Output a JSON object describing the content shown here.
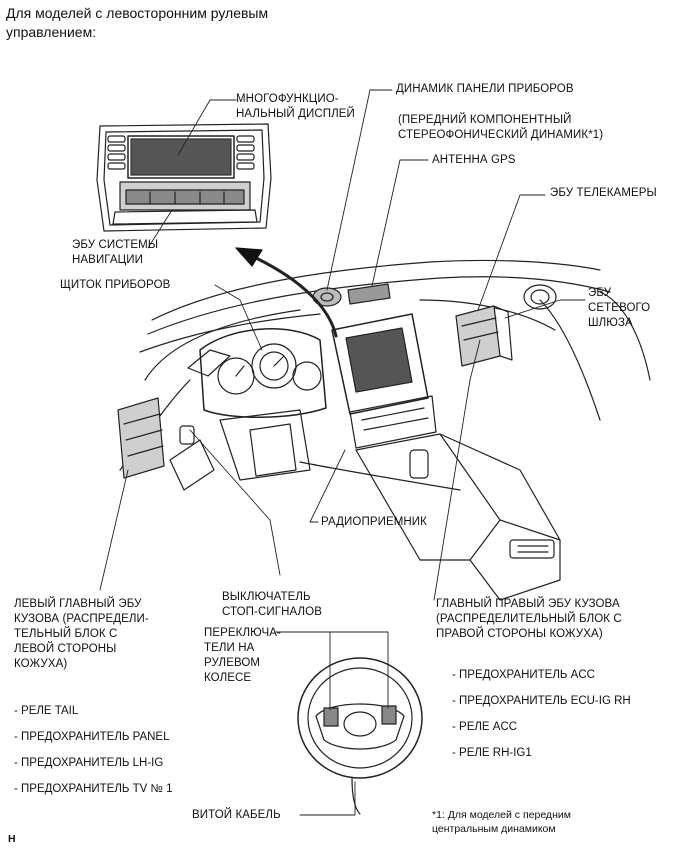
{
  "header": "Для моделей с левосторонним рулевым\nуправлением:",
  "labels": {
    "display": "МНОГОФУНКЦИО-\nНАЛЬНЫЙ ДИСПЛЕЙ",
    "nav_ecu": "ЭБУ СИСТЕМЫ\nНАВИГАЦИИ",
    "cluster": "ЩИТОК ПРИБОРОВ",
    "speaker": "ДИНАМИК ПАНЕЛИ ПРИБОРОВ",
    "speaker_note": "(ПЕРЕДНИЙ КОМПОНЕНТНЫЙ\nСТЕРЕОФОНИЧЕСКИЙ ДИНАМИК*1)",
    "gps": "АНТЕННА GPS",
    "telecam": "ЭБУ ТЕЛЕКАМЕРЫ",
    "gateway": "ЭБУ\nСЕТЕВОГО\nШЛЮЗА",
    "radio": "РАДИОПРИЕМНИК",
    "left_body": "ЛЕВЫЙ ГЛАВНЫЙ ЭБУ\nКУЗОВА (РАСПРЕДЕЛИ-\nТЕЛЬНЫЙ БЛОК С\nЛЕВОЙ СТОРОНЫ\nКОЖУХА)",
    "stop_switch": "ВЫКЛЮЧАТЕЛЬ\nСТОП-СИГНАЛОВ",
    "wheel_switches": "ПЕРЕКЛЮЧА-\nТЕЛИ НА\nРУЛЕВОМ\nКОЛЕСЕ",
    "right_body": "ГЛАВНЫЙ ПРАВЫЙ ЭБУ КУЗОВА\n(РАСПРЕДЕЛИТЕЛЬНЫЙ БЛОК С\nПРАВОЙ СТОРОНЫ КОЖУХА)",
    "spiral": "ВИТОЙ КАБЕЛЬ"
  },
  "left_list": [
    "- РЕЛЕ TAIL",
    "- ПРЕДОХРАНИТЕЛЬ PANEL",
    "- ПРЕДОХРАНИТЕЛЬ LH-IG",
    "- ПРЕДОХРАНИТЕЛЬ TV № 1"
  ],
  "right_list": [
    "- ПРЕДОХРАНИТЕЛЬ ACC",
    "- ПРЕДОХРАНИТЕЛЬ ECU-IG RH",
    "- РЕЛЕ ACC",
    "- РЕЛЕ RH-IG1"
  ],
  "footnote": "*1: Для моделей с передним\nцентральным динамиком",
  "corner_mark": "H"
}
